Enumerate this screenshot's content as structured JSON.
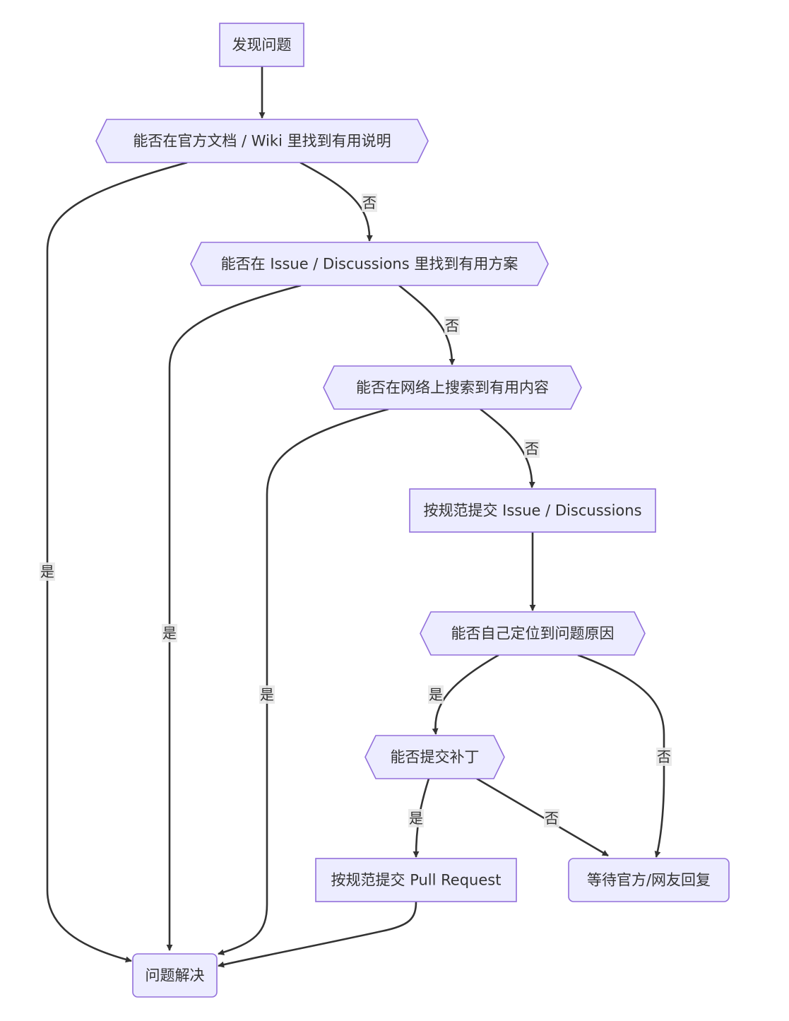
{
  "theme": {
    "node_fill": "#ECECFF",
    "node_stroke": "#9370DB",
    "edge_color": "#333333",
    "label_bg": "#E8E8E8",
    "text_color": "#333333"
  },
  "nodes": [
    {
      "id": "discover",
      "shape": "rect",
      "label": "发现问题"
    },
    {
      "id": "wiki",
      "shape": "hexagon",
      "label": "能否在官方文档 / Wiki 里找到有用说明"
    },
    {
      "id": "issue",
      "shape": "hexagon",
      "label": "能否在 Issue / Discussions 里找到有用方案"
    },
    {
      "id": "web",
      "shape": "hexagon",
      "label": "能否在网络上搜索到有用内容"
    },
    {
      "id": "submit_issue",
      "shape": "rect",
      "label": "按规范提交 Issue / Discussions"
    },
    {
      "id": "locate",
      "shape": "hexagon",
      "label": "能否自己定位到问题原因"
    },
    {
      "id": "patch",
      "shape": "hexagon",
      "label": "能否提交补丁"
    },
    {
      "id": "pr",
      "shape": "rect",
      "label": "按规范提交 Pull Request"
    },
    {
      "id": "wait",
      "shape": "rounded",
      "label": "等待官方/网友回复"
    },
    {
      "id": "solved",
      "shape": "rounded",
      "label": "问题解决"
    }
  ],
  "edges": [
    {
      "from": "discover",
      "to": "wiki",
      "label": ""
    },
    {
      "from": "wiki",
      "to": "issue",
      "label": "否"
    },
    {
      "from": "wiki",
      "to": "solved",
      "label": "是"
    },
    {
      "from": "issue",
      "to": "web",
      "label": "否"
    },
    {
      "from": "issue",
      "to": "solved",
      "label": "是"
    },
    {
      "from": "web",
      "to": "submit_issue",
      "label": "否"
    },
    {
      "from": "web",
      "to": "solved",
      "label": "是"
    },
    {
      "from": "submit_issue",
      "to": "locate",
      "label": ""
    },
    {
      "from": "locate",
      "to": "patch",
      "label": "是"
    },
    {
      "from": "locate",
      "to": "wait",
      "label": "否"
    },
    {
      "from": "patch",
      "to": "pr",
      "label": "是"
    },
    {
      "from": "patch",
      "to": "wait",
      "label": "否"
    },
    {
      "from": "pr",
      "to": "solved",
      "label": ""
    }
  ]
}
